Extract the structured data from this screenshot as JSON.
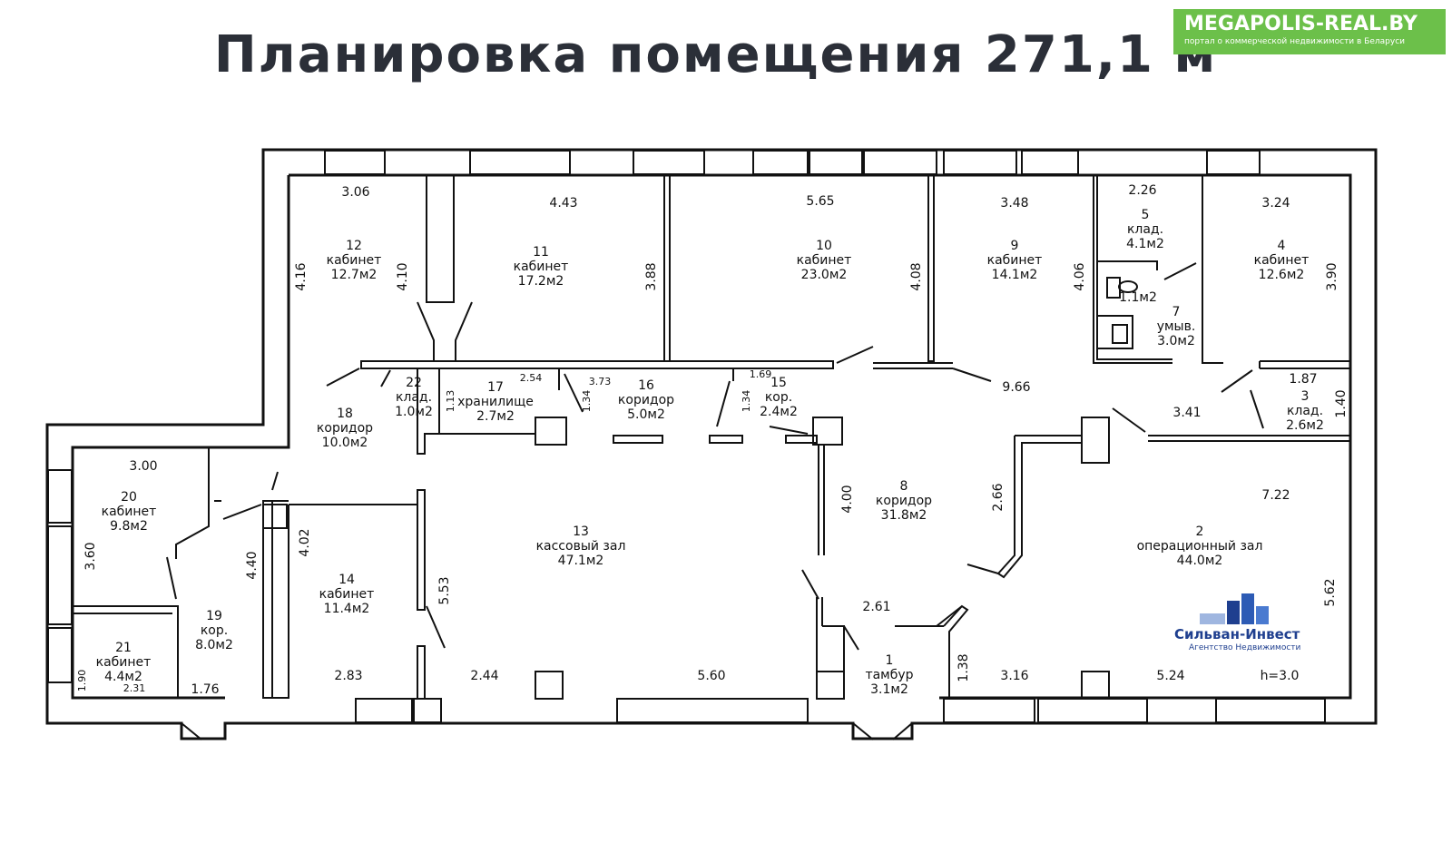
{
  "header": {
    "title": "Планировка помещения 271,1 м",
    "title_sup": "2"
  },
  "badge": {
    "site": "MEGAPOLIS-REAL.BY",
    "tagline": "портал о коммерческой недвижимости в Беларуси"
  },
  "logo": {
    "name": "Сильван-Инвест",
    "subtitle": "Агентство Недвижимости"
  },
  "rooms": [
    {
      "lines": [
        "12",
        "кабинет",
        "12.7м2"
      ]
    },
    {
      "lines": [
        "11",
        "кабинет",
        "17.2м2"
      ]
    },
    {
      "lines": [
        "10",
        "кабинет",
        "23.0м2"
      ]
    },
    {
      "lines": [
        "9",
        "кабинет",
        "14.1м2"
      ]
    },
    {
      "lines": [
        "5",
        "клад.",
        "4.1м2"
      ]
    },
    {
      "lines": [
        "4",
        "кабинет",
        "12.6м2"
      ]
    },
    {
      "lines": [
        "1.1м2"
      ]
    },
    {
      "lines": [
        "7",
        "умыв.",
        "3.0м2"
      ]
    },
    {
      "lines": [
        "18",
        "коридор",
        "10.0м2"
      ]
    },
    {
      "lines": [
        "22",
        "клад.",
        "1.0м2"
      ]
    },
    {
      "lines": [
        "17",
        "хранилище",
        "2.7м2"
      ]
    },
    {
      "lines": [
        "16",
        "коридор",
        "5.0м2"
      ]
    },
    {
      "lines": [
        "15",
        "кор.",
        "2.4м2"
      ]
    },
    {
      "lines": [
        "3",
        "клад.",
        "2.6м2"
      ]
    },
    {
      "lines": [
        "20",
        "кабинет",
        "9.8м2"
      ]
    },
    {
      "lines": [
        "21",
        "кабинет",
        "4.4м2"
      ]
    },
    {
      "lines": [
        "19",
        "кор.",
        "8.0м2"
      ]
    },
    {
      "lines": [
        "14",
        "кабинет",
        "11.4м2"
      ]
    },
    {
      "lines": [
        "13",
        "кассовый зал",
        "47.1м2"
      ]
    },
    {
      "lines": [
        "8",
        "коридор",
        "31.8м2"
      ]
    },
    {
      "lines": [
        "2",
        "операционный зал",
        "44.0м2"
      ]
    },
    {
      "lines": [
        "1",
        "тамбур",
        "3.1м2"
      ]
    }
  ],
  "dimensions": [
    "3.06",
    "4.43",
    "5.65",
    "3.48",
    "2.26",
    "3.24",
    "4.16",
    "4.10",
    "3.88",
    "4.08",
    "4.06",
    "3.90",
    "9.66",
    "1.87",
    "1.40",
    "3.41",
    "2.54",
    "3.73",
    "1.13",
    "1.34",
    "1.69",
    "1.34",
    "3.00",
    "3.60",
    "4.40",
    "4.02",
    "5.53",
    "4.00",
    "2.66",
    "7.22",
    "5.62",
    "2.61",
    "1.90",
    "2.31",
    "1.76",
    "2.83",
    "2.44",
    "5.60",
    "1.38",
    "3.16",
    "5.24",
    "h=3.0"
  ]
}
